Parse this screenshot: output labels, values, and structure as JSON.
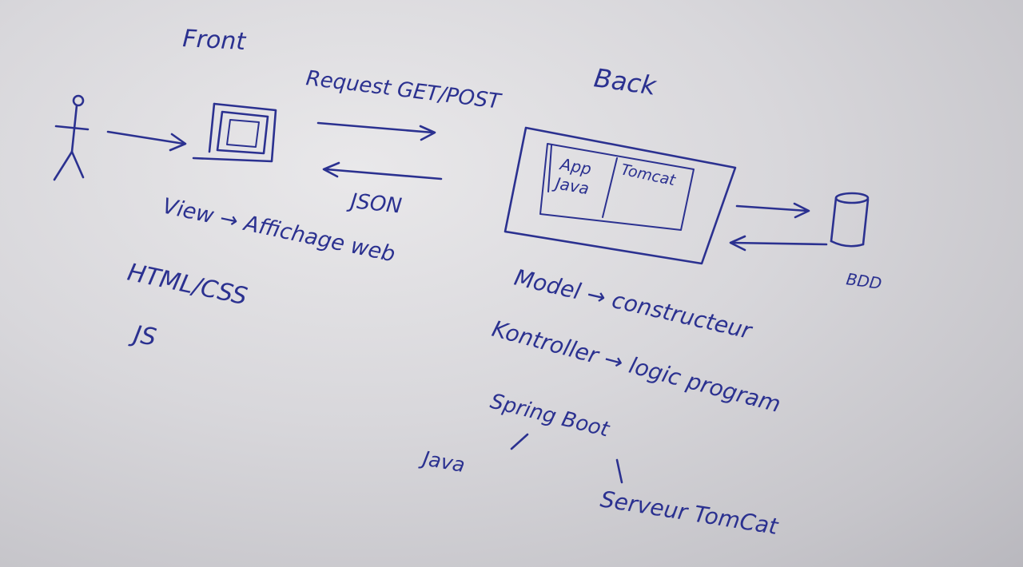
{
  "labels": {
    "front": "Front",
    "back": "Back",
    "request": "Request GET/POST",
    "json": "JSON",
    "app_line1": "App",
    "app_line2": "Java",
    "tomcat": "Tomcat",
    "bdd": "BDD",
    "view": "View → Affichage web",
    "html_css": "HTML/CSS",
    "js": "JS",
    "model": "Model → constructeur",
    "controller": "Kontroller → logic program",
    "spring_boot": "Spring Boot",
    "java": "Java",
    "server_tomcat": "Serveur TomCat"
  },
  "ink_color": "#2b3190",
  "icons": [
    "stick-figure-user-icon",
    "screen-icon",
    "server-box-icon",
    "database-cylinder-icon"
  ]
}
